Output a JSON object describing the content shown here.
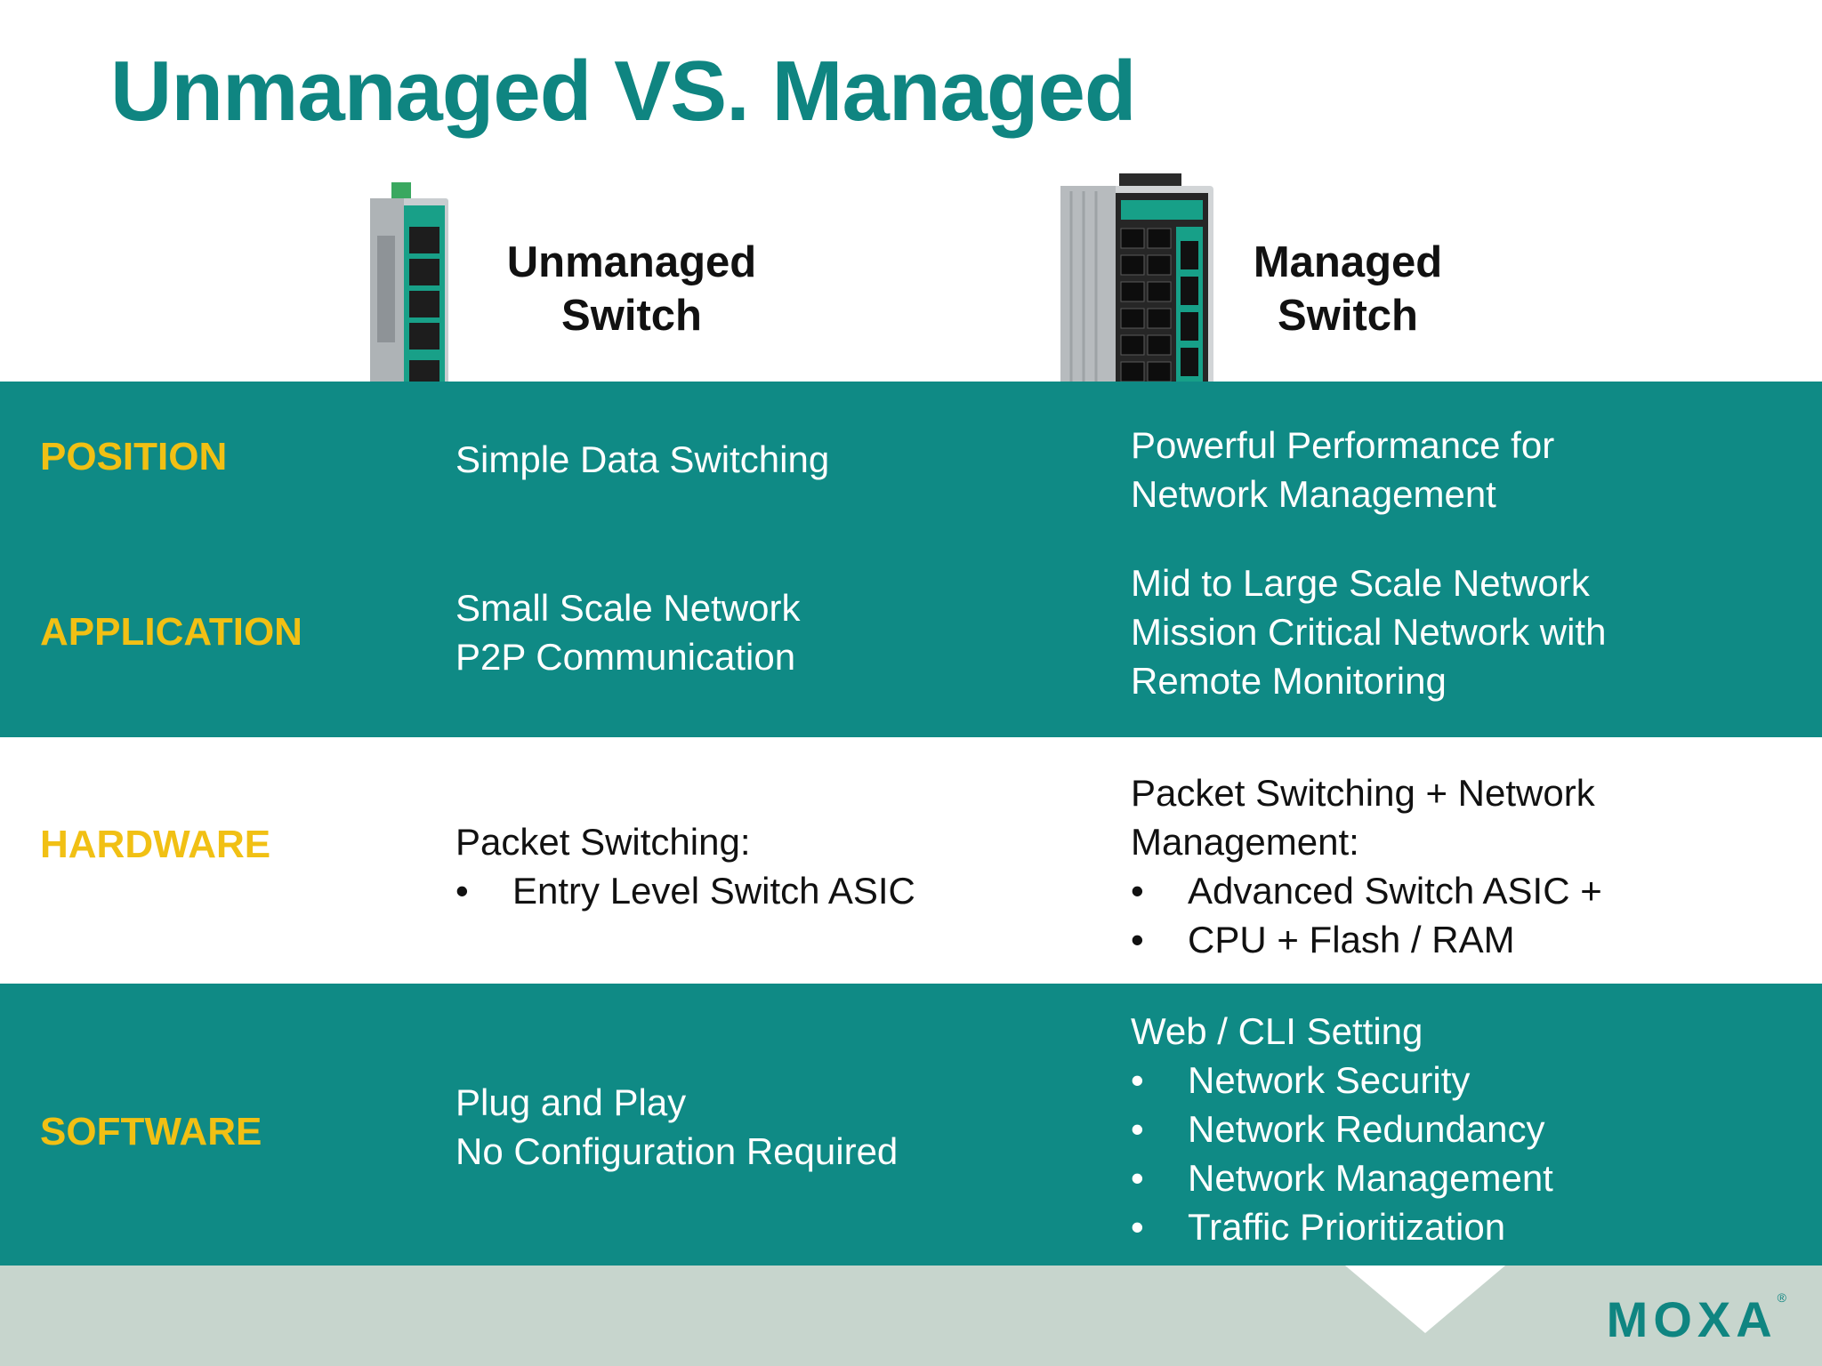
{
  "title": "Unmanaged VS. Managed",
  "columns": {
    "unmanaged": {
      "line1": "Unmanaged",
      "line2": "Switch"
    },
    "managed": {
      "line1": "Managed",
      "line2": "Switch"
    }
  },
  "rows": {
    "position": {
      "label": "POSITION",
      "unmanaged": [
        "Simple Data Switching"
      ],
      "managed": [
        "Powerful Performance for",
        "Network Management"
      ]
    },
    "application": {
      "label": "APPLICATION",
      "unmanaged": [
        "Small Scale Network",
        "P2P Communication"
      ],
      "managed": [
        "Mid to Large Scale Network",
        "Mission Critical Network with",
        "Remote Monitoring"
      ]
    },
    "hardware": {
      "label": "HARDWARE",
      "unmanaged": {
        "intro": "Packet Switching:",
        "bullets": [
          "Entry Level Switch ASIC"
        ]
      },
      "managed": {
        "intro1": "Packet Switching + Network",
        "intro2": "Management:",
        "bullets": [
          "Advanced Switch ASIC +",
          "CPU + Flash / RAM"
        ]
      }
    },
    "software": {
      "label": "SOFTWARE",
      "unmanaged": [
        "Plug and Play",
        "No Configuration Required"
      ],
      "managed": {
        "intro": "Web / CLI Setting",
        "bullets": [
          "Network Security",
          "Network Redundancy",
          "Network Management",
          "Traffic Prioritization"
        ]
      }
    }
  },
  "brand": {
    "logo": "MOXA",
    "reg": "®"
  },
  "colors": {
    "teal": "#0f8a85",
    "label_yellow": "#f1c014",
    "footer": "#c7d5cd"
  }
}
